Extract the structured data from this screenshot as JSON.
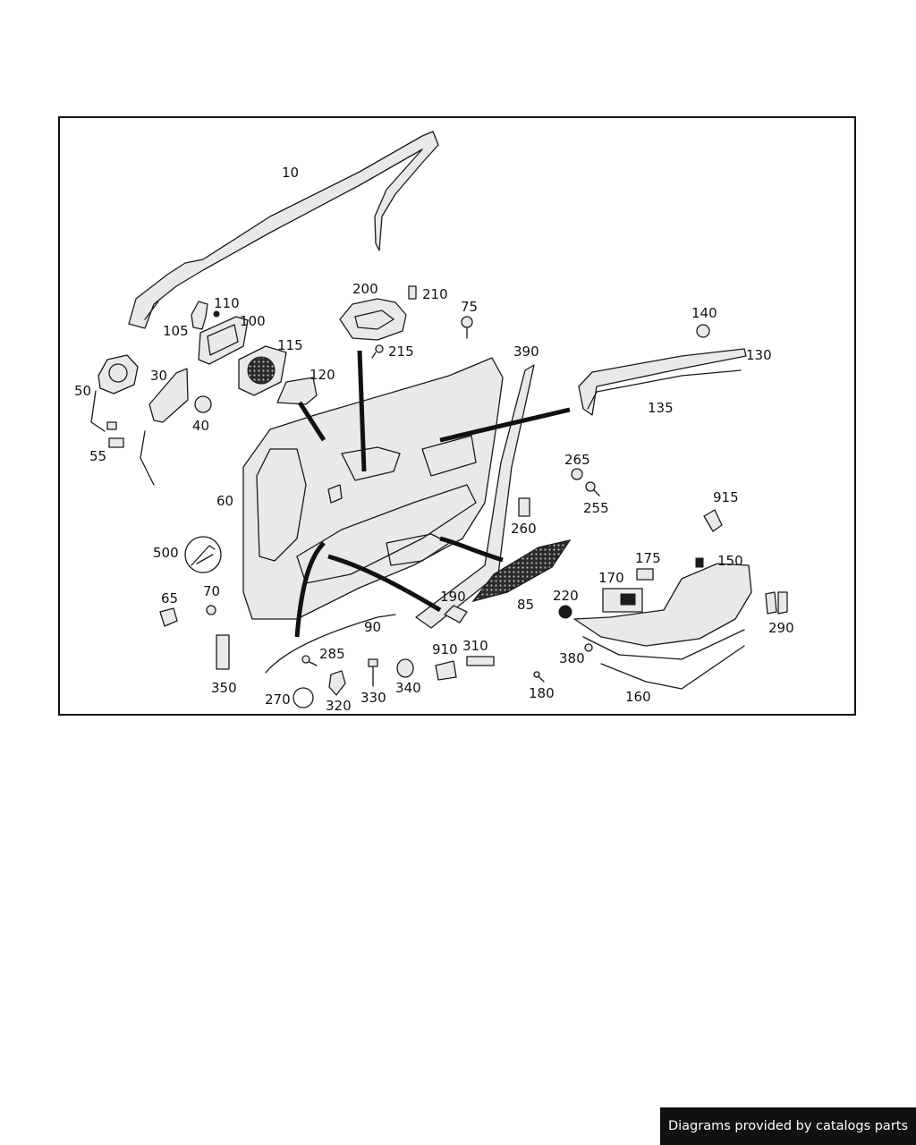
{
  "callouts": [
    "10",
    "105",
    "110",
    "100",
    "115",
    "120",
    "200",
    "210",
    "215",
    "75",
    "390",
    "140",
    "130",
    "135",
    "50",
    "30",
    "40",
    "55",
    "60",
    "500",
    "265",
    "255",
    "260",
    "915",
    "175",
    "150",
    "170",
    "220",
    "85",
    "190",
    "65",
    "70",
    "90",
    "350",
    "285",
    "270",
    "320",
    "330",
    "340",
    "910",
    "310",
    "380",
    "180",
    "160",
    "290"
  ],
  "footer": {
    "text": "Diagrams provided by catalogs parts"
  }
}
